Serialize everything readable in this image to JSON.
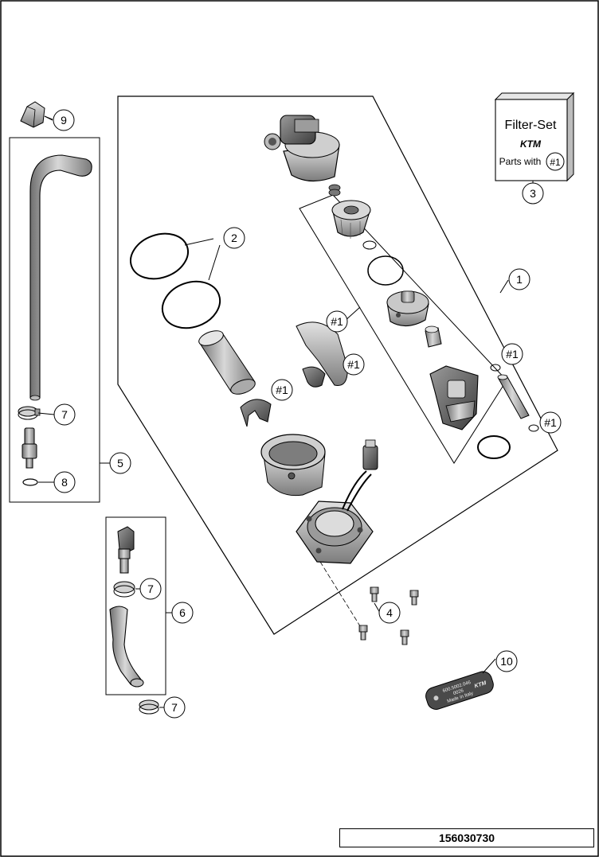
{
  "drawing": {
    "code": "156030730",
    "filter_set": {
      "title": "Filter-Set",
      "brand": "KTM",
      "parts_with_label": "Parts with",
      "parts_with_ref": "#1"
    },
    "callouts": {
      "c1": "1",
      "c2": "2",
      "c3": "3",
      "c4": "4",
      "c5": "5",
      "c6": "6",
      "c7a": "7",
      "c7b": "7",
      "c7c": "7",
      "c8": "8",
      "c9": "9",
      "c10": "10",
      "r1": "#1",
      "r2": "#1",
      "r3": "#1",
      "r4": "#1",
      "r5": "#1"
    },
    "plate": {
      "line1": "600.5002.046",
      "line2": "0026",
      "line3": "Made in Italy"
    }
  }
}
